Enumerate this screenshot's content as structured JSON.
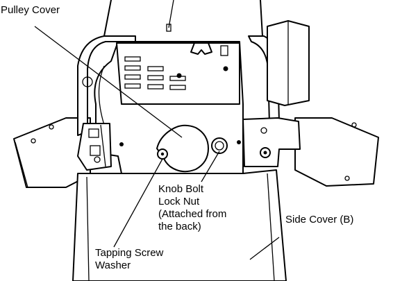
{
  "callouts": {
    "pulley_cover": "Pulley Cover",
    "knob_bolt": "Knob Bolt",
    "lock_nut": "Lock Nut",
    "attached_note_1": "(Attached from",
    "attached_note_2": "the back)",
    "side_cover_b": "Side Cover (B)",
    "tapping_screw": "Tapping Screw",
    "washer": "Washer"
  },
  "colors": {
    "line": "#000000",
    "background": "#ffffff"
  }
}
